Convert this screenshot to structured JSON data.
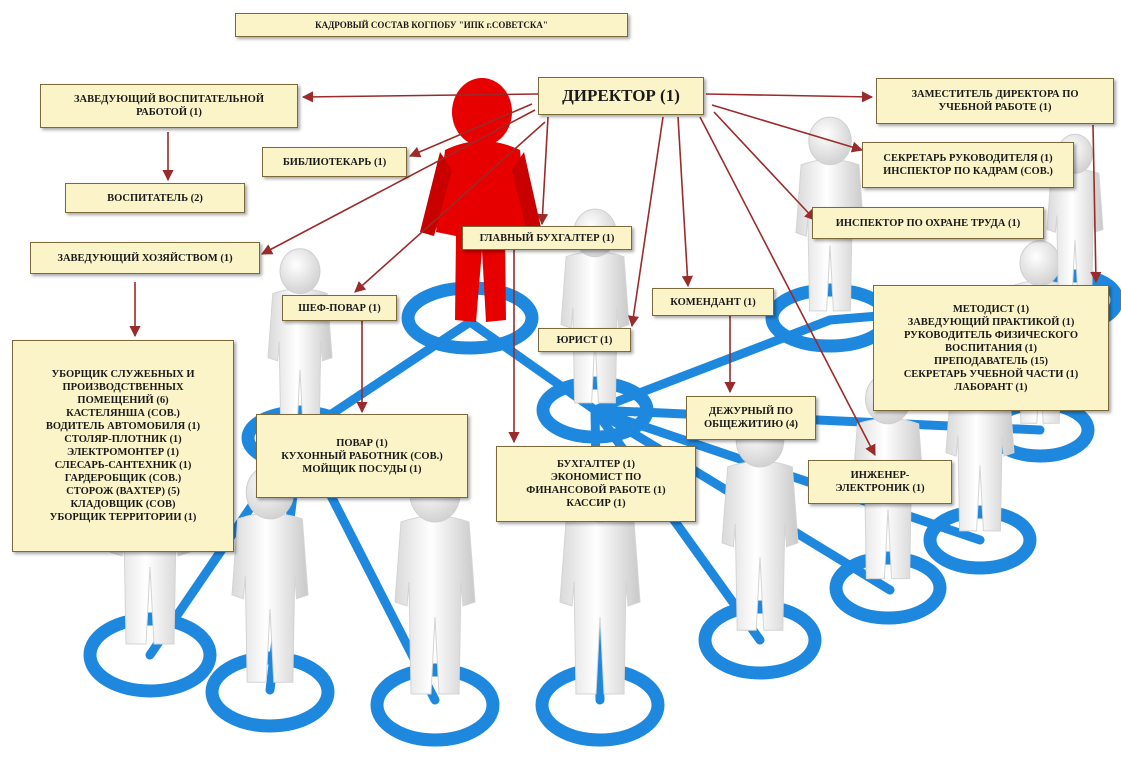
{
  "title": "КАДРОВЫЙ СОСТАВ КОГПОБУ \"ИПК г.СОВЕТСКА\"",
  "director": "ДИРЕКТОР (1)",
  "colors": {
    "box_fill": "#fbf4c9",
    "box_border": "#7c6a3a",
    "arrow": "#9b2b2b",
    "ring": "#1e90e0",
    "director_figure": "#e00000",
    "figure": "#f1f1f1"
  },
  "nodes": {
    "head_education": [
      "ЗАВЕДУЮЩИЙ ВОСПИТАТЕЛЬНОЙ",
      "РАБОТОЙ (1)"
    ],
    "educator": [
      "ВОСПИТАТЕЛЬ (2)"
    ],
    "librarian": [
      "БИБЛИОТЕКАРЬ (1)"
    ],
    "head_household": [
      "ЗАВЕДУЮЩИЙ ХОЗЯЙСТВОМ (1)"
    ],
    "chief_accountant": [
      "ГЛАВНЫЙ БУХГАЛТЕР (1)"
    ],
    "chef": [
      "ШЕФ-ПОВАР (1)"
    ],
    "lawyer": [
      "ЮРИСТ (1)"
    ],
    "commandant": [
      "КОМЕНДАНТ (1)"
    ],
    "deputy_director": [
      "ЗАМЕСТИТЕЛЬ ДИРЕКТОРА ПО",
      "УЧЕБНОЙ РАБОТЕ (1)"
    ],
    "secretary": [
      "СЕКРЕТАРЬ РУКОВОДИТЕЛЯ (1)",
      "ИНСПЕКТОР ПО КАДРАМ (СОВ.)"
    ],
    "labor_inspector": [
      "ИНСПЕКТОР ПО ОХРАНЕ ТРУДА (1)"
    ],
    "methodist_group": [
      "МЕТОДИСТ (1)",
      "ЗАВЕДУЮЩИЙ ПРАКТИКОЙ (1)",
      "РУКОВОДИТЕЛЬ ФИЗИЧЕСКОГО",
      "ВОСПИТАНИЯ (1)",
      "ПРЕПОДАВАТЕЛЬ (15)",
      "СЕКРЕТАРЬ УЧЕБНОЙ ЧАСТИ (1)",
      "ЛАБОРАНТ (1)"
    ],
    "household_staff": [
      "УБОРЩИК СЛУЖЕБНЫХ И",
      "ПРОИЗВОДСТВЕННЫХ",
      "ПОМЕЩЕНИЙ (6)",
      "КАСТЕЛЯНША (СОВ.)",
      "ВОДИТЕЛЬ АВТОМОБИЛЯ (1)",
      "СТОЛЯР-ПЛОТНИК (1)",
      "ЭЛЕКТРОМОНТЕР (1)",
      "СЛЕСАРЬ-САНТЕХНИК (1)",
      "ГАРДЕРОБЩИК (СОВ.)",
      "СТОРОЖ (ВАХТЕР) (5)",
      "КЛАДОВЩИК (СОВ)",
      "УБОРЩИК ТЕРРИТОРИИ (1)"
    ],
    "kitchen_staff": [
      "ПОВАР (1)",
      "КУХОННЫЙ РАБОТНИК (СОВ.)",
      "МОЙЩИК ПОСУДЫ (1)"
    ],
    "accounting_staff": [
      "БУХГАЛТЕР (1)",
      "ЭКОНОМИСТ ПО",
      "ФИНАНСОВОЙ РАБОТЕ (1)",
      "КАССИР (1)"
    ],
    "dorm_duty": [
      "ДЕЖУРНЫЙ ПО",
      "ОБЩЕЖИТИЮ (4)"
    ],
    "engineer": [
      "ИНЖЕНЕР-",
      "ЭЛЕКТРОНИК (1)"
    ]
  }
}
